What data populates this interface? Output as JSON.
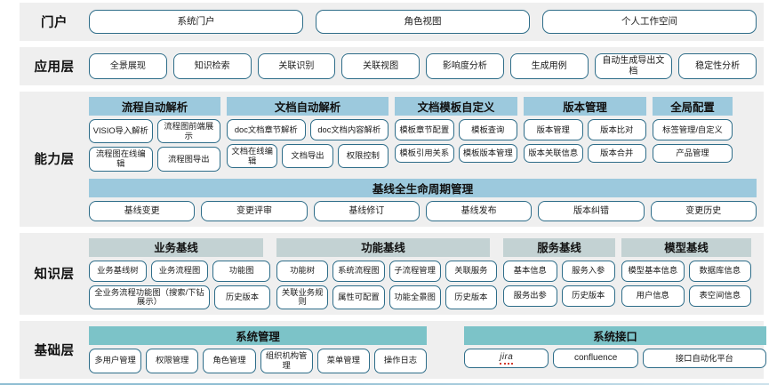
{
  "layers": {
    "portal": {
      "label": "门户",
      "items": [
        "系统门户",
        "角色视图",
        "个人工作空间"
      ]
    },
    "application": {
      "label": "应用层",
      "items": [
        "全景展现",
        "知识检索",
        "关联识别",
        "关联视图",
        "影响度分析",
        "生成用例",
        "自动生成导出文档",
        "稳定性分析"
      ]
    },
    "capability": {
      "label": "能力层",
      "groups": [
        {
          "title": "流程自动解析",
          "row1": [
            "VISIO导入解析",
            "流程图前端展示"
          ],
          "row2": [
            "流程图在线编辑",
            "流程图导出"
          ]
        },
        {
          "title": "文档自动解析",
          "row1": [
            "doc文档章节解析",
            "doc文档内容解析"
          ],
          "row2": [
            "文档在线编辑",
            "文档导出",
            "权限控制"
          ]
        },
        {
          "title": "文档模板自定义",
          "row1": [
            "模板章节配置",
            "模板查询"
          ],
          "row2": [
            "模板引用关系",
            "模板版本管理"
          ]
        },
        {
          "title": "版本管理",
          "row1": [
            "版本管理",
            "版本比对"
          ],
          "row2": [
            "版本关联信息",
            "版本合并"
          ]
        },
        {
          "title": "全局配置",
          "row1": [
            "标签管理/自定义"
          ],
          "row2": [
            "产品管理"
          ]
        }
      ],
      "baseline": {
        "title": "基线全生命周期管理",
        "items": [
          "基线变更",
          "变更评审",
          "基线修订",
          "基线发布",
          "版本纠错",
          "变更历史"
        ]
      }
    },
    "knowledge": {
      "label": "知识层",
      "groups": [
        {
          "title": "业务基线",
          "row1": [
            "业务基线树",
            "业务流程图",
            "功能图"
          ],
          "row2": [
            "全业务流程功能图（搜索/下钻展示）",
            "历史版本"
          ]
        },
        {
          "title": "功能基线",
          "row1": [
            "功能树",
            "系统流程图",
            "子流程管理",
            "关联服务"
          ],
          "row2": [
            "关联业务规则",
            "属性可配置",
            "功能全景图",
            "历史版本"
          ]
        },
        {
          "title": "服务基线",
          "row1": [
            "基本信息",
            "服务入参"
          ],
          "row2": [
            "服务出参",
            "历史版本"
          ]
        },
        {
          "title": "模型基线",
          "row1": [
            "模型基本信息",
            "数据库信息"
          ],
          "row2": [
            "用户信息",
            "表空间信息"
          ]
        }
      ]
    },
    "base": {
      "label": "基础层",
      "groups": [
        {
          "title": "系统管理",
          "items": [
            "多用户管理",
            "权限管理",
            "角色管理",
            "组织机构管理",
            "菜单管理",
            "操作日志"
          ]
        },
        {
          "title": "系统接口",
          "items": [
            "jira",
            "confluence",
            "接口自动化平台"
          ]
        }
      ]
    }
  },
  "colors": {
    "band": "#efefef",
    "header_blue": "#9cc9dd",
    "header_gray": "#c3d2d3",
    "header_teal": "#7cc3c8",
    "pill_border": "#2e6d89"
  }
}
